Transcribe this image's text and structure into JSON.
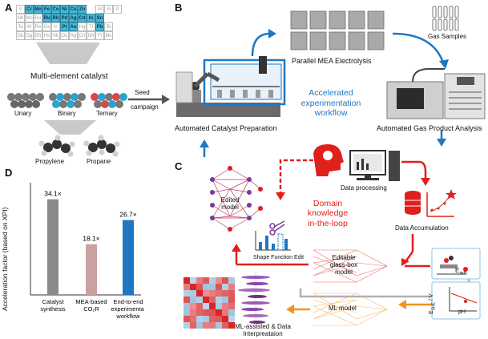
{
  "panels": {
    "a": "A",
    "b": "B",
    "c": "C",
    "d": "D"
  },
  "colors": {
    "accent_blue": "#1f77c4",
    "accent_red": "#e0201b",
    "accent_orange": "#f0941f",
    "grey": "#8c8c8c",
    "element_highlight": "#48b8d8"
  },
  "panel_a": {
    "periodic_rows": [
      [
        "V",
        "Cr",
        "Mn",
        "Fe",
        "Co",
        "Ni",
        "Cu",
        "Zn",
        "",
        "Al",
        "Si",
        "P",
        ""
      ],
      [
        "Nb",
        "Mo",
        "Ru",
        "Ru",
        "Rh",
        "Pd",
        "Ag",
        "Cd",
        "In",
        "Sn",
        "",
        "",
        ""
      ],
      [
        "Ta",
        "W",
        "Re",
        "Os",
        "Ir",
        "Pt",
        "Au",
        "Hg",
        "Tl",
        "Pb",
        "Bi",
        "",
        ""
      ],
      [
        "Db",
        "Sg",
        "Bh",
        "Hs",
        "Mt",
        "Ds",
        "Rg",
        "Cn",
        "Nh",
        "Fl",
        "Mc",
        "",
        ""
      ]
    ],
    "highlighted": [
      "Cr",
      "Mn",
      "Fe",
      "Co",
      "Ni",
      "Cu",
      "Zn",
      "Ru",
      "Rh",
      "Pd",
      "Ag",
      "Cd",
      "In",
      "Sn",
      "Pt",
      "Au",
      "Pb"
    ],
    "multi_element_label": "Multi-element catalyst",
    "catalysts": [
      "Unary",
      "Binary",
      "Ternary"
    ],
    "products": [
      "Propylene",
      "Propane"
    ],
    "seed_label": "Seed",
    "campaign_label": "campaign"
  },
  "panel_b": {
    "parallel_label": "Parallel MEA Electrolysis",
    "gas_samples_label": "Gas Samples",
    "catalyst_prep_label": "Automated Catalyst Preparation",
    "gas_analysis_label": "Automated Gas Product Analysis",
    "workflow_line1": "Accelerated",
    "workflow_line2": "experimentation",
    "workflow_line3": "workflow"
  },
  "panel_c": {
    "data_processing_label": "Data processing",
    "domain_line1": "Domain",
    "domain_line2": "knowledge",
    "domain_line3": "in-the-loop",
    "data_accumulation_label": "Data Accumulation",
    "edited_model_line1": "Edited",
    "edited_model_line2": "model",
    "shape_function_label": "Shape Function Edit",
    "glassbox_line1": "Editable",
    "glassbox_line2": "glass-box",
    "glassbox_line3": "model",
    "ml_model_label": "ML model",
    "interp_line1": "ML-assisted & Data",
    "interp_line2": "Interpreataion",
    "eads_label": "E",
    "eads_sub": "ads",
    "pourbaix_e": "E",
    "pourbaix_sub": "SHE",
    "pourbaix_unit": " / V",
    "pourbaix_x": "pH"
  },
  "chart_data": {
    "type": "bar",
    "ylabel": "Acceleration factor (based on XPI)",
    "categories": [
      "Catalyst synthesis",
      "MEA-based CO2R",
      "End-to-end experimental workflow"
    ],
    "category_lines": [
      [
        "Catalyst",
        "synthesis"
      ],
      [
        "MEA-based",
        "CO₂R"
      ],
      [
        "End-to-end",
        "experimental",
        "workflow"
      ]
    ],
    "values": [
      34.1,
      18.1,
      26.7
    ],
    "value_labels": [
      "34.1×",
      "18.1×",
      "26.7×"
    ],
    "bar_colors": [
      "#8a8a8a",
      "#c9a2a0",
      "#1f77c4"
    ],
    "ylim": [
      0,
      40
    ],
    "grid": false
  }
}
